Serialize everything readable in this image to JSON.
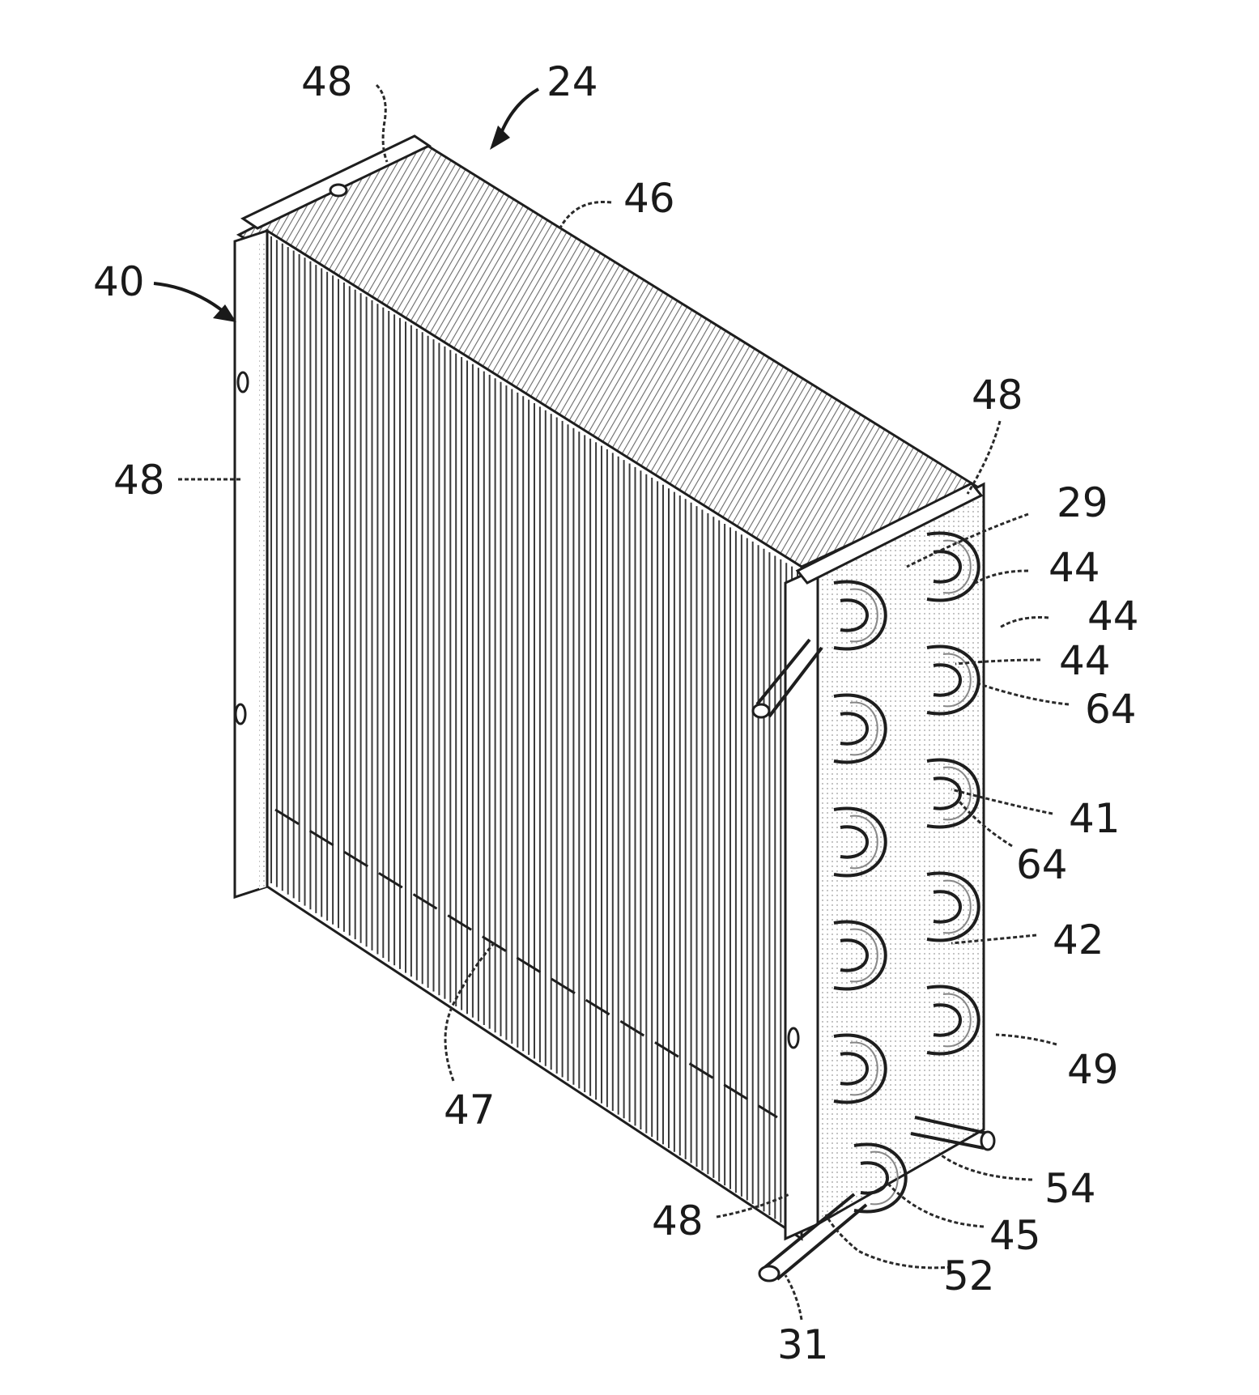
{
  "figure": {
    "labels": {
      "l24": "24",
      "l40": "40",
      "l46": "46",
      "l48_top": "48",
      "l48_left": "48",
      "l48_right": "48",
      "l48_bottom": "48",
      "l29": "29",
      "l44_a": "44",
      "l44_b": "44",
      "l44_c": "44",
      "l64_a": "64",
      "l64_b": "64",
      "l41": "41",
      "l42": "42",
      "l49": "49",
      "l47": "47",
      "l54": "54",
      "l45": "45",
      "l52": "52",
      "l31": "31"
    },
    "colors": {
      "ink": "#1a1a1a",
      "fin_shade": "#9a9a9a",
      "background": "#ffffff"
    }
  }
}
